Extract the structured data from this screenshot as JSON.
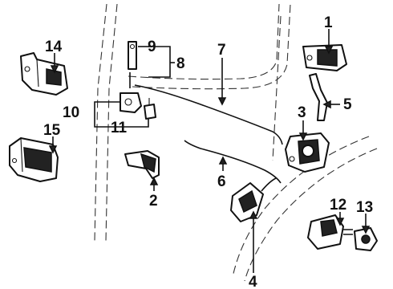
{
  "callouts": {
    "c1": "1",
    "c2": "2",
    "c3": "3",
    "c4": "4",
    "c5": "5",
    "c6": "6",
    "c7": "7",
    "c8": "8",
    "c9": "9",
    "c10": "10",
    "c11": "11",
    "c12": "12",
    "c13": "13",
    "c14": "14",
    "c15": "15"
  },
  "colors": {
    "ink": "#111111",
    "background": "#ffffff"
  }
}
